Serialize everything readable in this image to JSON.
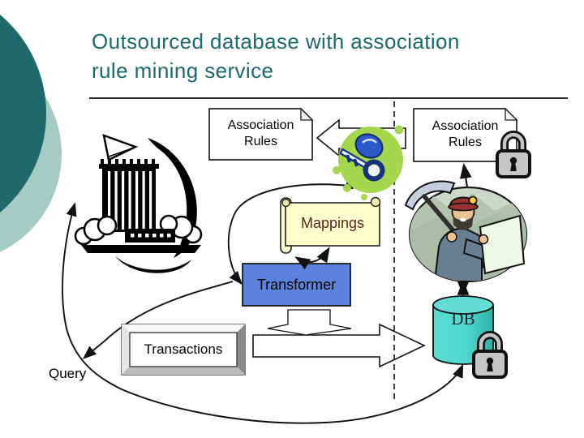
{
  "slide": {
    "title_line1": "Outsourced database with association",
    "title_line2": "rule mining service"
  },
  "diagram": {
    "association_rules_left": {
      "label": "Association Rules"
    },
    "association_rules_right": {
      "label": "Association Rules"
    },
    "mappings": {
      "label": "Mappings"
    },
    "transformer": {
      "label": "Transformer"
    },
    "transactions": {
      "label": "Transactions"
    },
    "db": {
      "label": "DB"
    },
    "query": {
      "label": "Query"
    },
    "icons": [
      "building-icon",
      "stamp-key-icon",
      "miner-icon",
      "padlock-icon",
      "database-cylinder-icon",
      "note-icon",
      "scroll-icon"
    ]
  },
  "colors": {
    "title_teal": "#1D6A6C",
    "circle_dark_teal": "#20696B",
    "circle_light_teal": "#A6CAC4",
    "transformer_blue": "#5B82DD",
    "scroll_yellow": "#FFFFCC",
    "mappings_text": "#5A2424",
    "db_turquoise": "#4DD8CE",
    "stamp_green": "#A5D74D",
    "key_blue": "#2B59C8",
    "lock_gray": "#C6C6C6"
  }
}
